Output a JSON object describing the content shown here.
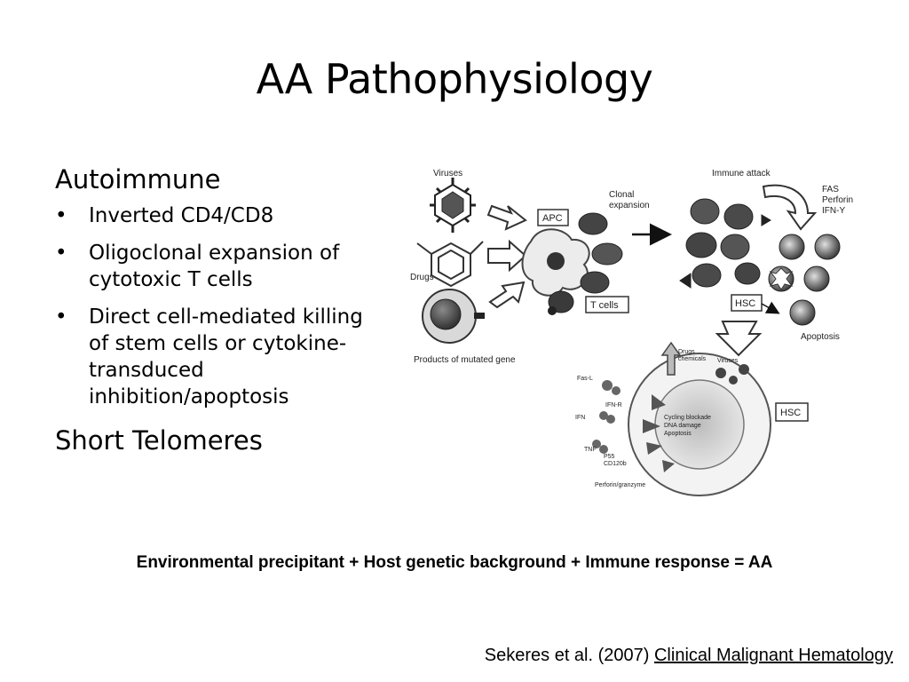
{
  "slide": {
    "title": "AA Pathophysiology",
    "left": {
      "heading1": "Autoimmune",
      "bullets": [
        "Inverted CD4/CD8",
        "Oligoclonal expansion of cytotoxic T cells",
        "Direct cell-mediated killing of stem cells or cytokine-transduced inhibition/apoptosis"
      ],
      "heading2": "Short Telomeres"
    },
    "figure": {
      "labels": {
        "viruses": "Viruses",
        "drugs": "Drugs",
        "products": "Products of mutated gene",
        "apc": "APC",
        "clonal1": "Clonal",
        "clonal2": "expansion",
        "tcells": "T cells",
        "immune_attack": "Immune attack",
        "fas": "FAS",
        "perforin": "Perforin",
        "ifn_y": "IFN-Y",
        "hsc_top": "HSC",
        "apoptosis": "Apoptosis",
        "hsc_bottom": "HSC",
        "fas_l": "Fas-L",
        "ifn_r": "IFN-R",
        "ifn": "IFN",
        "tnf": "TNF",
        "p55": "P55",
        "cd120": "CD120b",
        "perforin_granzyme": "Perforin/granzyme",
        "drugs_chem1": "Drugs",
        "drugs_chem2": "chemicals",
        "viruses_small": "Viruses",
        "inner1": "Cycling blockade",
        "inner2": "DNA damage",
        "inner3": "Apoptosis"
      }
    },
    "equation": "Environmental precipitant + Host genetic background + Immune response = AA",
    "citation": {
      "authors": "Sekeres et al. (2007)",
      "book": "Clinical Malignant Hematology"
    }
  }
}
